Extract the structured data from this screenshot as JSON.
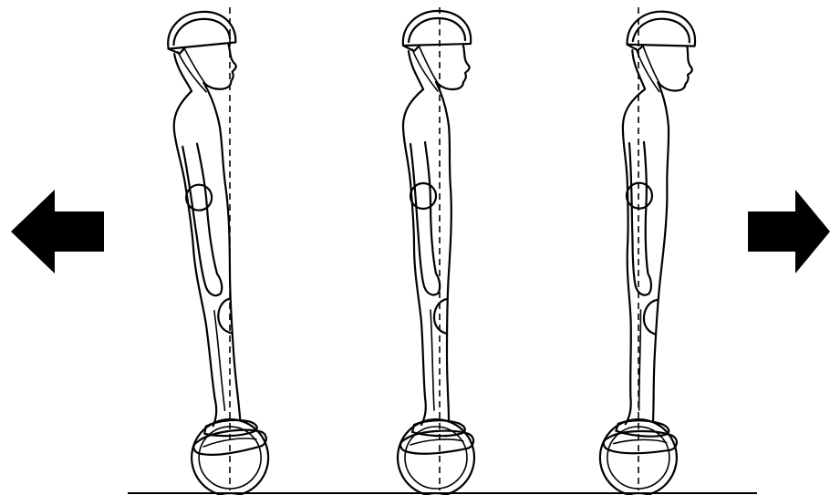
{
  "diagram": {
    "colors": {
      "ink": "#000000",
      "background": "#ffffff"
    },
    "arrows": [
      {
        "name": "left-arrow",
        "direction": "left"
      },
      {
        "name": "right-arrow",
        "direction": "right"
      }
    ],
    "figures": [
      {
        "name": "rider-leaning-back",
        "posture": "leaning-back"
      },
      {
        "name": "rider-upright",
        "posture": "upright"
      },
      {
        "name": "rider-leaning-forward",
        "posture": "leaning-forward"
      }
    ]
  }
}
